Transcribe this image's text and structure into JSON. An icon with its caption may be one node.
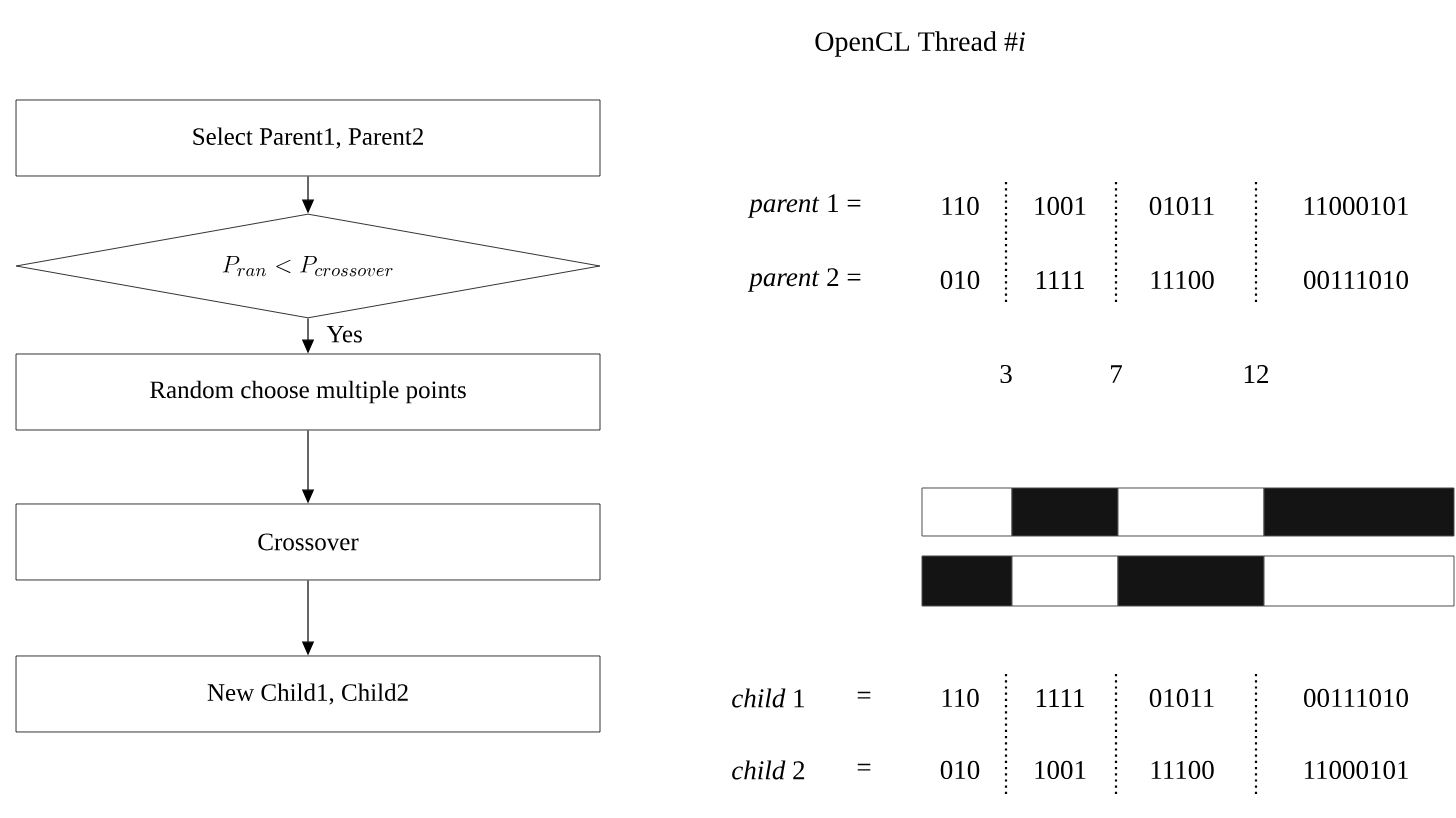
{
  "diagram": {
    "title": "OpenCL Thread #*i*",
    "nodes": [
      {
        "text": [
          "Select Parent1, Parent2"
        ]
      },
      {
        "text": [
          "P_{ran} < P_{crossover}"
        ]
      },
      {
        "text": [
          "Random choose multiple points"
        ]
      },
      {
        "text": [
          "Crossover"
        ]
      },
      {
        "text": [
          "New Child1, Child2"
        ]
      }
    ],
    "edges": [
      {
        "from": 0,
        "to": 1,
        "arrow": "to"
      },
      {
        "from": 1,
        "to": 2,
        "arrow": "to",
        "label": "Yes"
      },
      {
        "from": 2,
        "to": 3,
        "arrow": "to"
      },
      {
        "from": 3,
        "to": 4,
        "arrow": "to"
      }
    ],
    "labels": [
      "*parent* 1 =",
      "110",
      "1001",
      "01011",
      "11000101",
      "*parent* 2 =",
      "010",
      "1111",
      "11100",
      "00111010",
      "3",
      "7",
      "12",
      "*child* 1",
      "=",
      "110",
      "1111",
      "01011",
      "00111010",
      "*child* 2",
      "=",
      "010",
      "1001",
      "11100",
      "11000101"
    ]
  }
}
